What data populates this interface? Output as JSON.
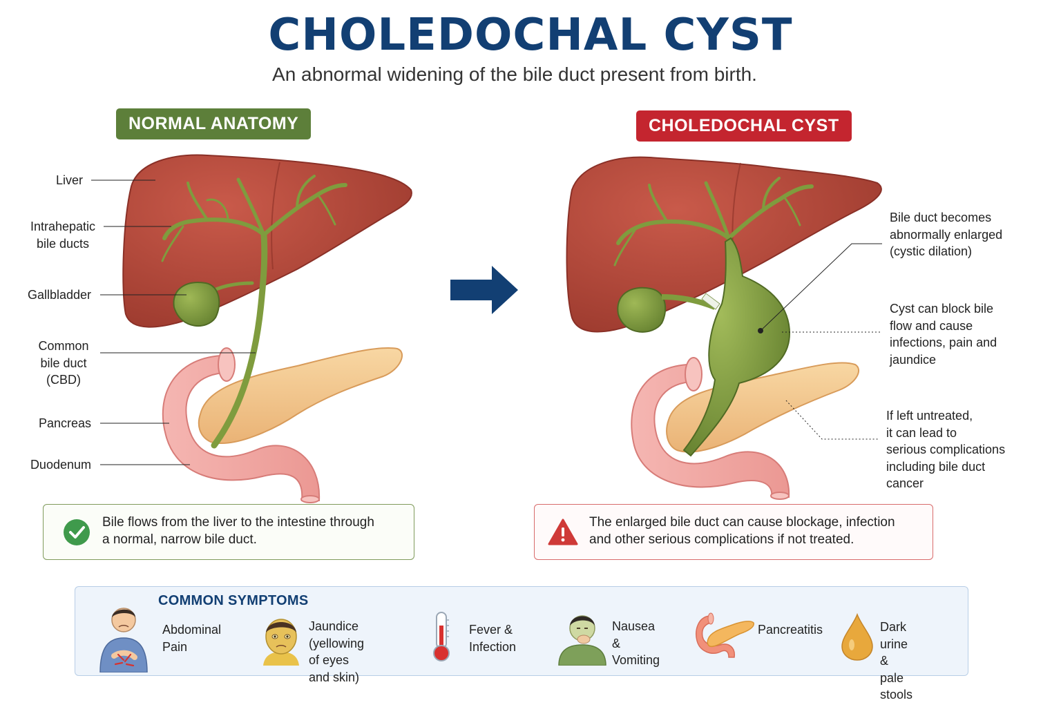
{
  "title": "CHOLEDOCHAL CYST",
  "subtitle": "An abnormal widening of the bile duct present from birth.",
  "normal": {
    "badge": "NORMAL ANATOMY",
    "labels": {
      "liver": "Liver",
      "intrahepatic_1": "Intrahepatic",
      "intrahepatic_2": "bile ducts",
      "gallbladder": "Gallbladder",
      "cbd_1": "Common",
      "cbd_2": "bile duct",
      "cbd_3": "(CBD)",
      "pancreas": "Pancreas",
      "duodenum": "Duodenum"
    },
    "note_1": "Bile flows from the liver to the intestine through",
    "note_2": "a normal, narrow bile duct."
  },
  "cyst": {
    "badge": "CHOLEDOCHAL CYST",
    "annotations": {
      "enlarged_1": "Bile duct becomes",
      "enlarged_2": "abnormally enlarged",
      "enlarged_3": "(cystic dilation)",
      "block_1": "Cyst can block bile",
      "block_2": "flow and cause",
      "block_3": "infections, pain and",
      "block_4": "jaundice",
      "untreated_1": "If left untreated,",
      "untreated_2": "it can lead to",
      "untreated_3": "serious complications",
      "untreated_4": "including bile duct",
      "untreated_5": "cancer"
    },
    "note_1": "The enlarged bile duct can cause blockage, infection",
    "note_2": "and other serious complications if not treated."
  },
  "symptoms": {
    "title": "COMMON SYMPTOMS",
    "items": [
      {
        "icon": "abdominal-pain-person-icon",
        "line1": "Abdominal",
        "line2": "Pain",
        "line3": ""
      },
      {
        "icon": "jaundice-face-icon",
        "line1": "Jaundice",
        "line2": "(yellowing of eyes",
        "line3": "and skin)"
      },
      {
        "icon": "thermometer-icon",
        "line1": "Fever &",
        "line2": "Infection",
        "line3": ""
      },
      {
        "icon": "nausea-person-icon",
        "line1": "Nausea &",
        "line2": "Vomiting",
        "line3": ""
      },
      {
        "icon": "pancreas-icon",
        "line1": "Pancreatitis",
        "line2": "",
        "line3": ""
      },
      {
        "icon": "drop-icon",
        "line1": "Dark urine &",
        "line2": "pale stools",
        "line3": ""
      }
    ]
  },
  "colors": {
    "title": "#123f73",
    "normal_badge": "#5d7f3a",
    "cyst_badge": "#c4252f",
    "liver": "#b9493b",
    "bile_duct": "#7f9c3e",
    "pancreas": "#f4c68a",
    "duodenum": "#f2a9a6",
    "arrow": "#123f73"
  }
}
